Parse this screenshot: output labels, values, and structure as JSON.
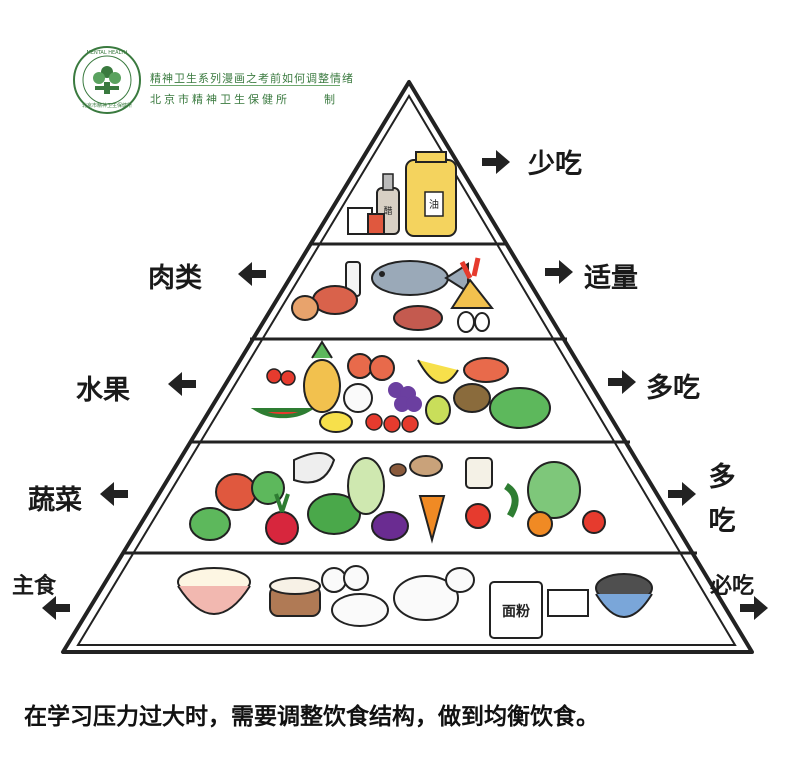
{
  "header": {
    "logo_ring_text": "北京市精神卫生保健所",
    "logo_en_text": "MENTAL HEALTH",
    "title": "精神卫生系列漫画之考前如何调整情绪",
    "org": "北京市精神卫生保健所",
    "made": "制"
  },
  "tiers": [
    {
      "left_label": "",
      "right_label": "少吃"
    },
    {
      "left_label": "肉类",
      "right_label": "适量"
    },
    {
      "left_label": "水果",
      "right_label": "多吃"
    },
    {
      "left_label": "蔬菜",
      "right_label": "多吃"
    },
    {
      "left_label": "主食",
      "right_label": "必吃"
    }
  ],
  "item_text": {
    "flour_bag": "面粉",
    "bottle_tag": "醋",
    "jar_tag": "油"
  },
  "caption": "在学习压力过大时，需要调整饮食结构，做到均衡饮食。",
  "colors": {
    "outline": "#222222",
    "logo_green": "#3a7a3f",
    "oil": "#f4d35e",
    "meat": "#d9624b",
    "fish": "#9aa9b8",
    "fruit_red": "#e63b2e",
    "grape": "#6b3fa0",
    "banana": "#f7e04b",
    "leaf_green": "#5db85c",
    "carrot": "#f08a24",
    "eggplant": "#6a2c91",
    "rice": "#fdf6e3",
    "bowl_pink": "#f2b8b0",
    "bowl_blue": "#7aa6d9"
  }
}
